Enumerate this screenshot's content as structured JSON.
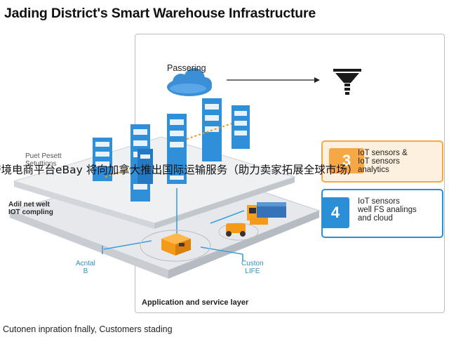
{
  "title": "Jading District's Smart Warehouse Infrastructure",
  "overlay_text": "跨境电商平台eBay 将向加拿大推出国际运输服务（助力卖家拓展全球市场）",
  "top_label": "Passering",
  "left_labels": {
    "upper": "Puet Pesett\nSetuttions",
    "middle": "Adil net welt\nIOT compling"
  },
  "bottom_labels": {
    "left": "Acntal\nB",
    "right": "Custon\nLIFE"
  },
  "cards": [
    {
      "number": "3",
      "text": "IoT sensors &\nIoT sensors\nanalytics",
      "accent": "#f6a845",
      "fill": "#fdf0de"
    },
    {
      "number": "4",
      "text": "IoT sensors\nwell FS analings\nand cloud",
      "accent": "#2a8fd6",
      "fill": "#ffffff"
    }
  ],
  "layer_label": "Application and service layer",
  "caption": "Cutonen inpration fnally, Customers stading",
  "colors": {
    "shelf_blue": "#2f8fd8",
    "box_orange": "#f39a1b",
    "cloud_blue": "#3a8fd6",
    "funnel_black": "#1a1a1a",
    "line_blue": "#3aa0dc"
  }
}
